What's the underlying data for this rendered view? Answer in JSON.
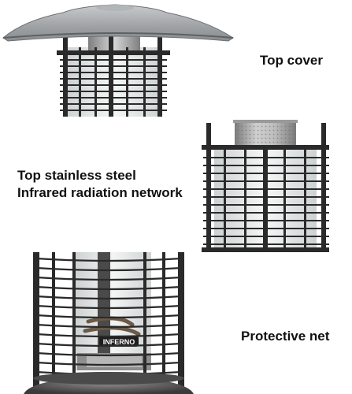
{
  "sections": [
    {
      "caption_lines": [
        "Top cover"
      ]
    },
    {
      "caption_lines": [
        "Top stainless steel",
        "Infrared radiation network"
      ]
    },
    {
      "caption_lines": [
        "Protective net"
      ]
    }
  ],
  "product_logo_text": "INFERNO",
  "colors": {
    "background": "#ffffff",
    "caption_text": "#111111",
    "frame": "#2a2a2a",
    "steel": "#a9a9a9",
    "glass": "#d9dcdc"
  }
}
